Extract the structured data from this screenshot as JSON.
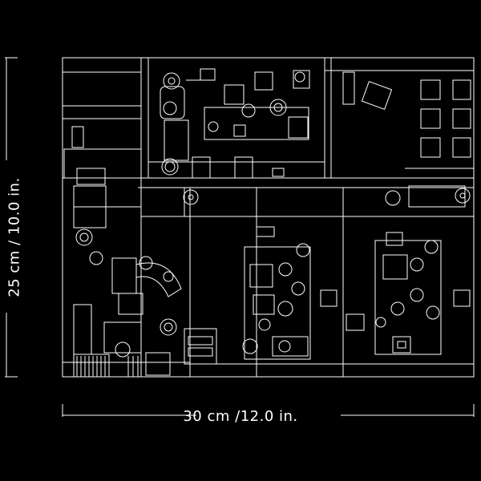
{
  "dimensions": {
    "width_label": "30 cm /12.0 in.",
    "height_label": "25 cm / 10.0 in."
  },
  "colors": {
    "background": "#000000",
    "line": "#ffffff"
  },
  "plan": {
    "rooms": [
      "top-left-hall",
      "top-center-workshop",
      "top-right-stall",
      "left-lab",
      "center-bay",
      "right-bay"
    ],
    "icons": [
      "potted-plant-icon",
      "stool-icon",
      "barrel-icon",
      "crate-icon",
      "gear-icon",
      "chair-icon"
    ]
  }
}
